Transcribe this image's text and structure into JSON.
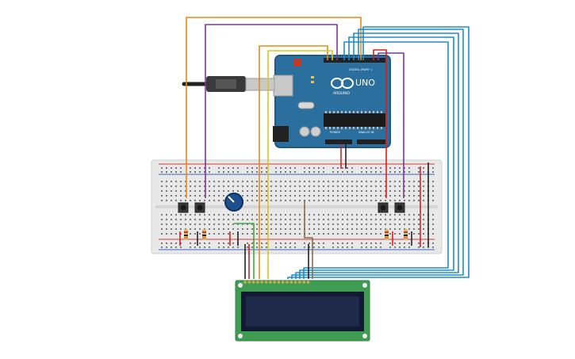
{
  "canvas": {
    "background": "#ffffff"
  },
  "arduino": {
    "brand": "ARDUINO",
    "model": "UNO",
    "digital_header_label": "DIGITAL (PWM~)",
    "power_label": "POWER",
    "analog_label": "ANALOG IN",
    "board_color": "#2b6f9e",
    "board_edge_color": "#1f5a84"
  },
  "usb_cable": {
    "plug_color": "#3a3a3a",
    "connector_color": "#c9c9c9"
  },
  "breadboard": {
    "body_color": "#e8e8e8",
    "hole_color": "#7a7a7a",
    "rail_red": "#d23a3a",
    "rail_blue": "#3a66c4"
  },
  "lcd": {
    "pcb_color": "#3f9c52",
    "screen_color": "#1f2a4a",
    "pin_header_color": "#c8b040"
  },
  "potentiometer": {
    "knob_color": "#1d4f8f"
  },
  "wire_colors": {
    "orange": "#e88a12",
    "purple": "#7a3a8e",
    "blue": "#1d8ccc",
    "yellow": "#e0c21a",
    "green": "#3daa3d",
    "red": "#d62020",
    "black": "#222222",
    "brown": "#8a6a4a"
  }
}
